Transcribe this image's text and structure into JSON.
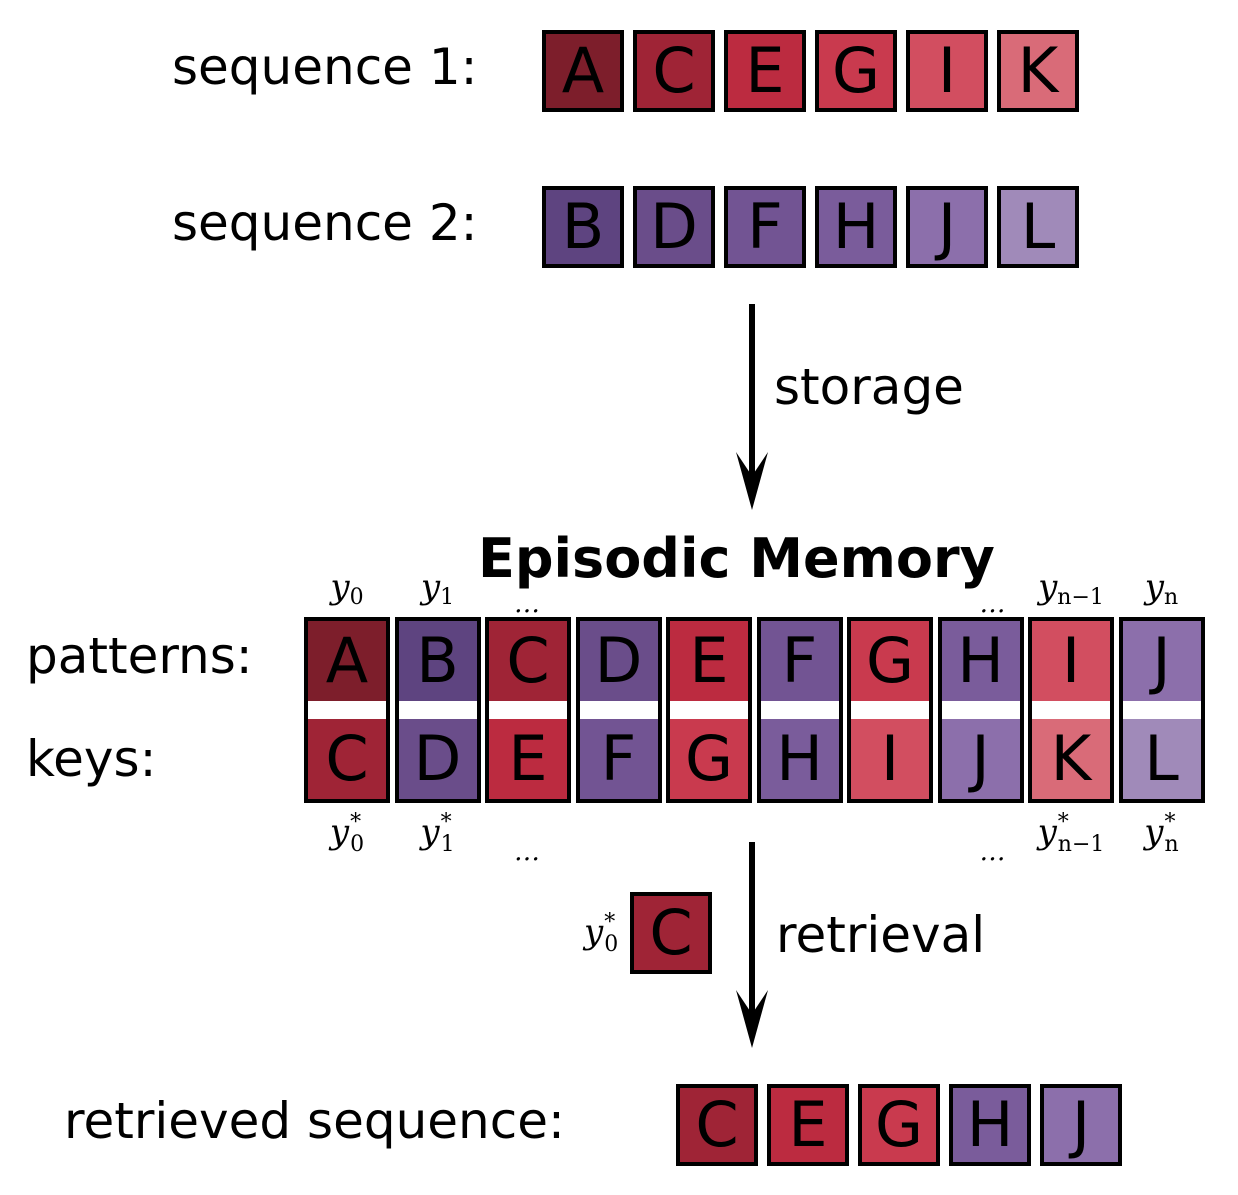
{
  "sequence1": {
    "label": "sequence 1:",
    "items": [
      {
        "letter": "A",
        "color": "#7d1e2b"
      },
      {
        "letter": "C",
        "color": "#9f2436"
      },
      {
        "letter": "E",
        "color": "#bc2b40"
      },
      {
        "letter": "G",
        "color": "#c93a4e"
      },
      {
        "letter": "I",
        "color": "#d24e60"
      },
      {
        "letter": "K",
        "color": "#d96b78"
      }
    ]
  },
  "sequence2": {
    "label": "sequence 2:",
    "items": [
      {
        "letter": "B",
        "color": "#5e4480"
      },
      {
        "letter": "D",
        "color": "#6a4d8a"
      },
      {
        "letter": "F",
        "color": "#725493"
      },
      {
        "letter": "H",
        "color": "#7a5c9b"
      },
      {
        "letter": "J",
        "color": "#8c6fab"
      },
      {
        "letter": "L",
        "color": "#a08ab9"
      }
    ]
  },
  "storage_label": "storage",
  "memory": {
    "title": "Episodic Memory",
    "patterns_label": "patterns:",
    "keys_label": "keys:",
    "top_labels": [
      {
        "base": "y",
        "sub": "0"
      },
      {
        "base": "y",
        "sub": "1"
      },
      {
        "ellipsis": "..."
      },
      null,
      null,
      null,
      null,
      {
        "ellipsis": "..."
      },
      {
        "base": "y",
        "sub": "n−1"
      },
      {
        "base": "y",
        "sub": "n"
      }
    ],
    "bottom_labels": [
      {
        "base": "y",
        "sub": "0",
        "sup": "*"
      },
      {
        "base": "y",
        "sub": "1",
        "sup": "*"
      },
      {
        "ellipsis": "..."
      },
      null,
      null,
      null,
      null,
      {
        "ellipsis": "..."
      },
      {
        "base": "y",
        "sub": "n−1",
        "sup": "*"
      },
      {
        "base": "y",
        "sub": "n",
        "sup": "*"
      }
    ],
    "columns": [
      {
        "pattern": "A",
        "pattern_color": "#7d1e2b",
        "key": "C",
        "key_color": "#9f2436"
      },
      {
        "pattern": "B",
        "pattern_color": "#5e4480",
        "key": "D",
        "key_color": "#6a4d8a"
      },
      {
        "pattern": "C",
        "pattern_color": "#9f2436",
        "key": "E",
        "key_color": "#bc2b40"
      },
      {
        "pattern": "D",
        "pattern_color": "#6a4d8a",
        "key": "F",
        "key_color": "#725493"
      },
      {
        "pattern": "E",
        "pattern_color": "#bc2b40",
        "key": "G",
        "key_color": "#c93a4e"
      },
      {
        "pattern": "F",
        "pattern_color": "#725493",
        "key": "H",
        "key_color": "#7a5c9b"
      },
      {
        "pattern": "G",
        "pattern_color": "#c93a4e",
        "key": "I",
        "key_color": "#d24e60"
      },
      {
        "pattern": "H",
        "pattern_color": "#7a5c9b",
        "key": "J",
        "key_color": "#8c6fab"
      },
      {
        "pattern": "I",
        "pattern_color": "#d24e60",
        "key": "K",
        "key_color": "#d96b78"
      },
      {
        "pattern": "J",
        "pattern_color": "#8c6fab",
        "key": "L",
        "key_color": "#a08ab9"
      }
    ]
  },
  "retrieval": {
    "label": "retrieval",
    "query_math": {
      "base": "y",
      "sub": "0",
      "sup": "*"
    },
    "query_tile": {
      "letter": "C",
      "color": "#9f2436"
    }
  },
  "retrieved": {
    "label": "retrieved sequence:",
    "items": [
      {
        "letter": "C",
        "color": "#9f2436"
      },
      {
        "letter": "E",
        "color": "#bc2b40"
      },
      {
        "letter": "G",
        "color": "#c93a4e"
      },
      {
        "letter": "H",
        "color": "#7a5c9b"
      },
      {
        "letter": "J",
        "color": "#8c6fab"
      }
    ]
  }
}
